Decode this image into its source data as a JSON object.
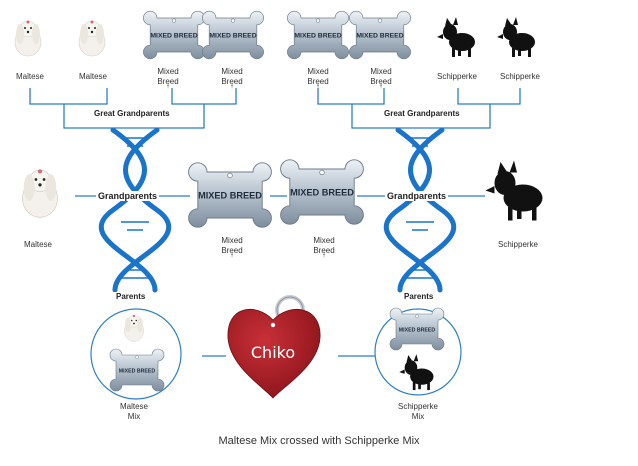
{
  "great_grandparents": {
    "header": "Great Grandparents",
    "left_group": [
      {
        "name": "Maltese",
        "breed_icon": "maltese-dog"
      },
      {
        "name": "Maltese",
        "breed_icon": "maltese-dog"
      },
      {
        "name_line1": "Mixed",
        "name_line2": "Breed",
        "mark": "†",
        "tag_text": "MIXED BREED"
      },
      {
        "name_line1": "Mixed",
        "name_line2": "Breed",
        "mark": "†",
        "tag_text": "MIXED BREED"
      }
    ],
    "right_group": [
      {
        "name_line1": "Mixed",
        "name_line2": "Breed",
        "mark": "†",
        "tag_text": "MIXED BREED"
      },
      {
        "name_line1": "Mixed",
        "name_line2": "Breed",
        "mark": "†",
        "tag_text": "MIXED BREED"
      },
      {
        "name": "Schipperke",
        "breed_icon": "schipperke-dog"
      },
      {
        "name": "Schipperke",
        "breed_icon": "schipperke-dog"
      }
    ]
  },
  "grandparents": {
    "header": "Grandparents",
    "items": [
      {
        "name": "Maltese",
        "breed_icon": "maltese-dog"
      },
      {
        "name_line1": "Mixed",
        "name_line2": "Breed",
        "mark": "†",
        "tag_text": "MIXED BREED"
      },
      {
        "name_line1": "Mixed",
        "name_line2": "Breed",
        "mark": "†",
        "tag_text": "MIXED BREED"
      },
      {
        "name": "Schipperke",
        "breed_icon": "schipperke-dog"
      }
    ]
  },
  "parents": {
    "header": "Parents",
    "left": {
      "name_line1": "Maltese",
      "name_line2": "Mix",
      "tag_text": "MIXED BREED"
    },
    "right": {
      "name_line1": "Schipperke",
      "name_line2": "Mix",
      "tag_text": "MIXED BREED"
    }
  },
  "pet": {
    "name": "Chiko",
    "tag_color": "#a81d24"
  },
  "caption": "Maltese Mix crossed with Schipperke Mix",
  "colors": {
    "dna": "#1a74c9",
    "lines": "#2c7fc5",
    "tag_metal": "#a9b6c4"
  }
}
